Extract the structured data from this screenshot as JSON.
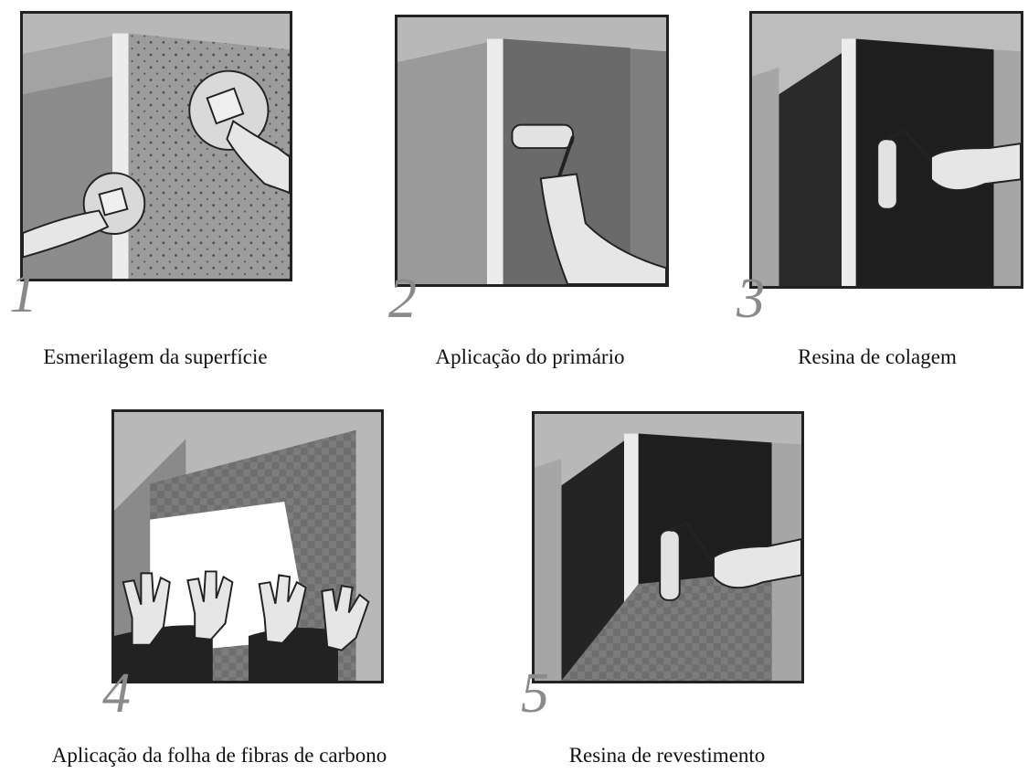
{
  "steps": [
    {
      "number": "1",
      "caption": "Esmerilagem da superfície"
    },
    {
      "number": "2",
      "caption": "Aplicação do primário"
    },
    {
      "number": "3",
      "caption": "Resina de colagem"
    },
    {
      "number": "4",
      "caption": "Aplicação da folha de fibras de carbono"
    },
    {
      "number": "5",
      "caption": "Resina de revestimento"
    }
  ]
}
